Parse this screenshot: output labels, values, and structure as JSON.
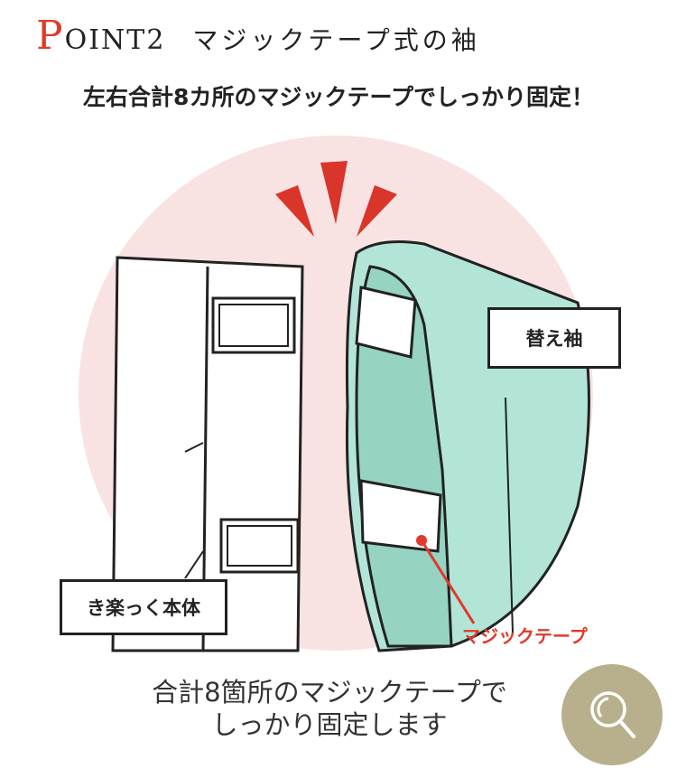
{
  "header": {
    "point_letter": "P",
    "point_rest": "OINT2",
    "title": "マジックテープ式の袖"
  },
  "subtitle": "左右合計8カ所のマジックテープでしっかり固定！",
  "illustration": {
    "label_sleeve": "替え袖",
    "label_body": "き楽っく本体",
    "label_tape": "マジックテープ"
  },
  "caption": {
    "line1": "合計8箇所のマジックテープで",
    "line2": "しっかり固定します"
  },
  "zoom_button": {
    "icon": "magnifier-icon"
  },
  "colors": {
    "accent": "#e03a2a",
    "circle": "#f8e2e2",
    "sleeve": "#b2e5d8",
    "button": "#b8b08c"
  }
}
